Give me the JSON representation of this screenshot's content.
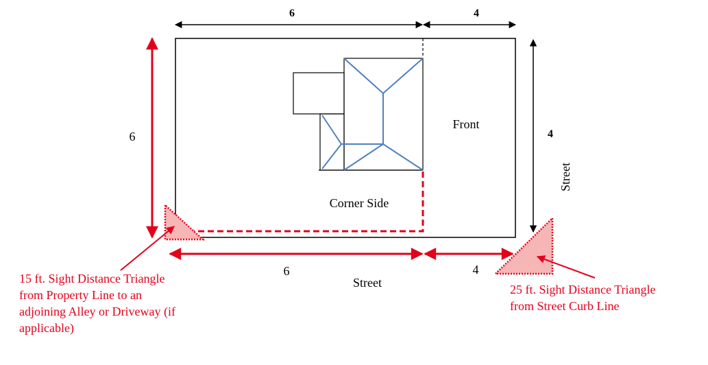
{
  "diagram": {
    "top_dimension_left": "6",
    "top_dimension_right": "4",
    "left_dimension": "6",
    "right_dimension": "4",
    "bottom_dimension_left": "6",
    "bottom_dimension_right": "4",
    "label_front": "Front",
    "label_corner_side": "Corner Side",
    "label_street_bottom": "Street",
    "label_street_right": "Street",
    "note_left": [
      "15 ft. Sight Distance Triangle",
      "from Property Line to an",
      "adjoining Alley or Driveway (if",
      "applicable)"
    ],
    "note_right": [
      "25 ft. Sight Distance Triangle",
      "from Street Curb Line"
    ],
    "colors": {
      "lines": "#000000",
      "red": "#e3001b",
      "roof": "#4f81bd",
      "triangle_fill": "#f7b6b6"
    }
  }
}
